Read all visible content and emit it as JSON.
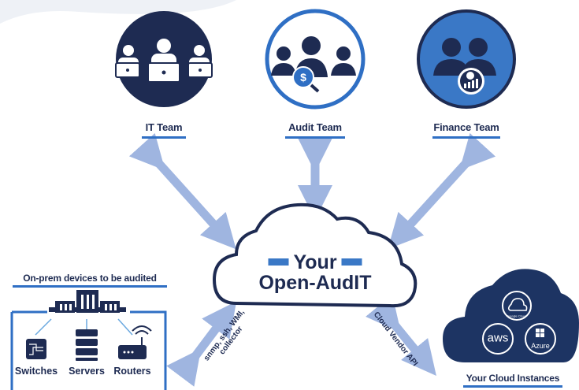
{
  "teams": {
    "it": {
      "label": "IT Team"
    },
    "audit": {
      "label": "Audit Team"
    },
    "finance": {
      "label": "Finance Team"
    }
  },
  "center": {
    "line1": "Your",
    "line2": "Open-AudIT"
  },
  "onprem": {
    "title": "On-prem devices to be audited",
    "devices": [
      "Switches",
      "Servers",
      "Routers"
    ],
    "protocol_label_line1": "snmp, ssh, WMI,",
    "protocol_label_line2": "collector"
  },
  "cloud": {
    "title": "Your Cloud Instances",
    "api_label": "Cloud Vendor API",
    "providers": {
      "google": "Google Cloud",
      "aws": "aws",
      "azure": "Azure"
    }
  },
  "colors": {
    "navy": "#1e2b52",
    "blue": "#2f6fc4",
    "arrow": "#9fb5e0",
    "cloud_dark": "#1d3463"
  }
}
